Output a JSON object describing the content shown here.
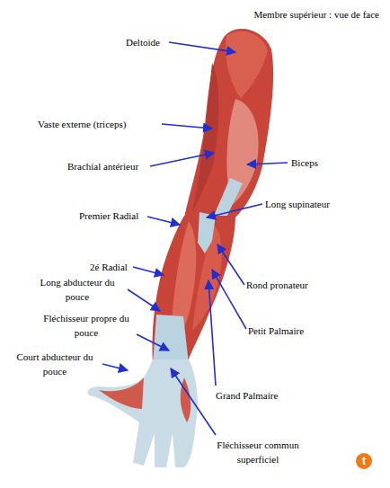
{
  "diagram": {
    "title": "Membre supérieur : vue de face",
    "labels": [
      "Deltoide",
      "Vaste externe (triceps)",
      "Biceps",
      "Brachial antérieur",
      "Premier Radial",
      "Long supinateur",
      "2é Radial",
      "Long abducteur du pouce",
      "Rond pronateur",
      "Fléchisseur propre du pouce",
      "Petit Palmaire",
      "Court abducteur du pouce",
      "Grand Palmaire",
      "Fléchisseur commun superficiel",
      "t"
    ]
  }
}
